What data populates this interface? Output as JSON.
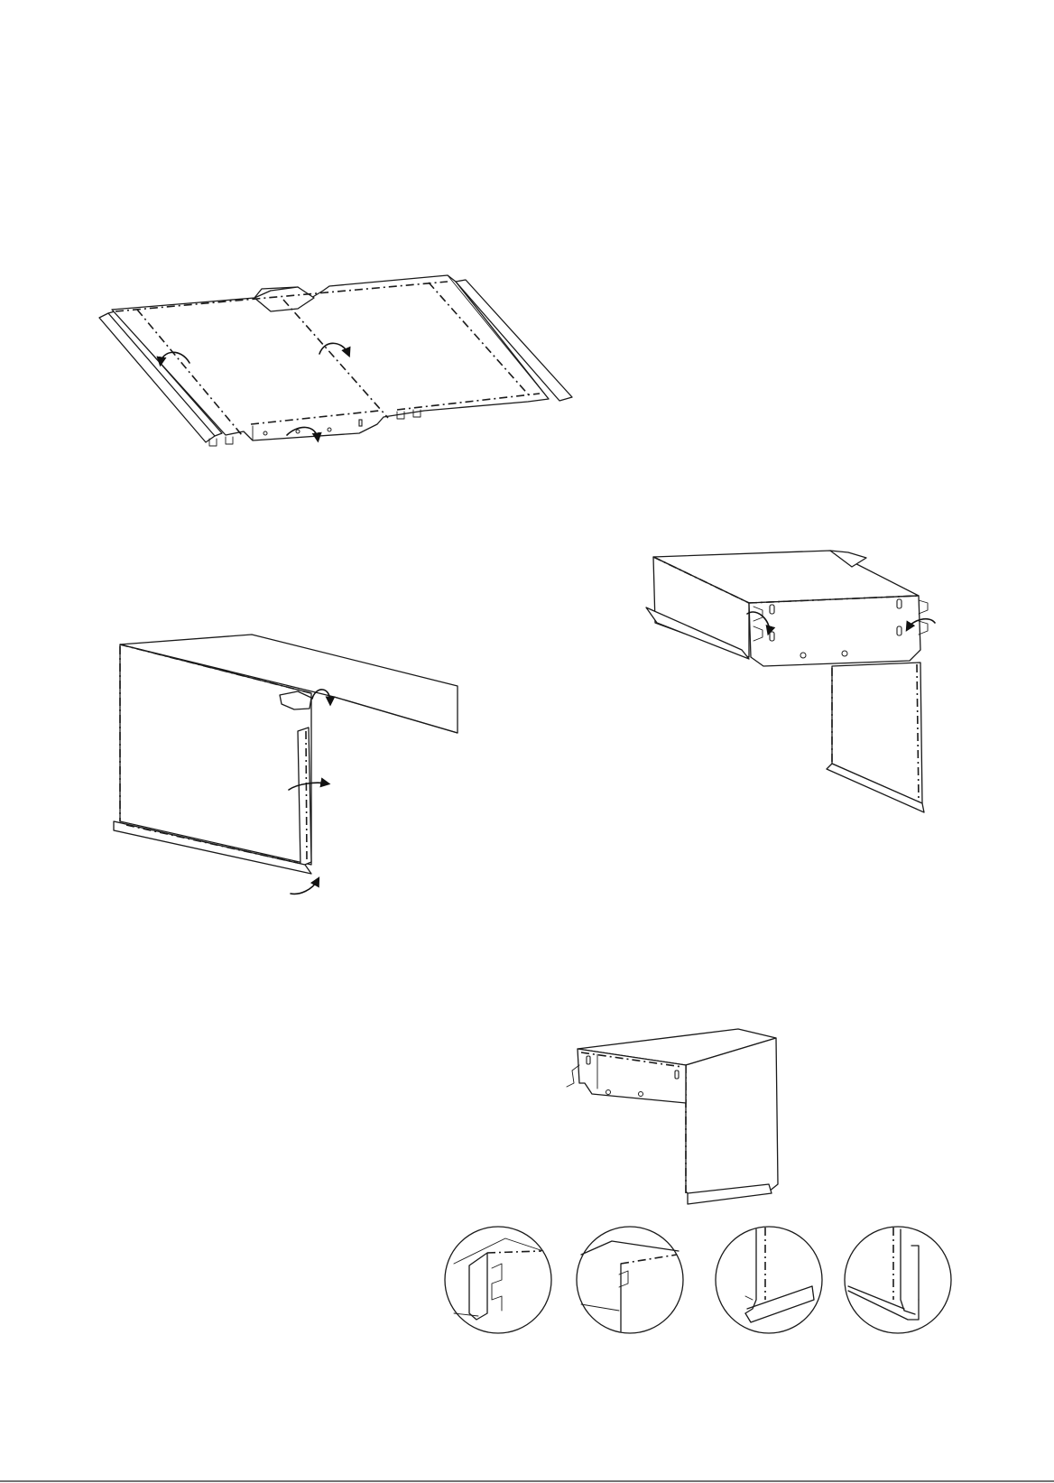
{
  "diagram": {
    "steps": [
      {
        "id": 1,
        "description_shown": false
      },
      {
        "id": 2,
        "description_shown": false
      },
      {
        "id": 3,
        "description_shown": false
      },
      {
        "id": 4,
        "description_shown": false
      }
    ],
    "details_count": 4,
    "colors": {
      "line": "#1a1a1a",
      "paper": "#ffffff"
    }
  }
}
